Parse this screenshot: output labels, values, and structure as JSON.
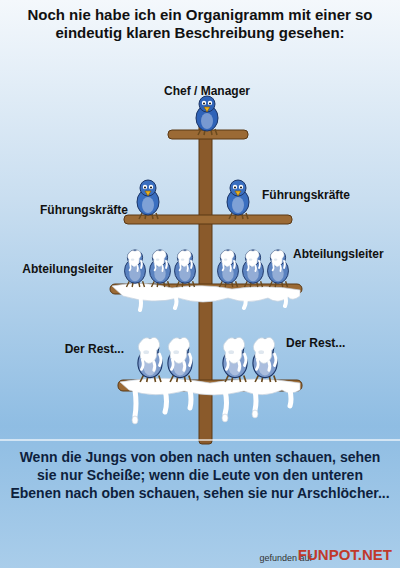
{
  "diagram": {
    "title": "Noch nie habe ich ein Organigramm mit einer so eindeutig klaren Beschreibung gesehen:",
    "caption": "Wenn die Jungs von oben nach unten schauen, sehen sie nur Scheiße; wenn die Leute von den unteren Ebenen nach oben schauen, sehen sie nur Arschlöcher...",
    "labels": [
      "Chef / Manager",
      "Führungskräfte",
      "Führungskräfte",
      "Abteilungsleiter",
      "Abteilungsleiter",
      "Der Rest...",
      "Der Rest...",
      "gefunden auf",
      "FUNPOT.NET"
    ]
  }
}
